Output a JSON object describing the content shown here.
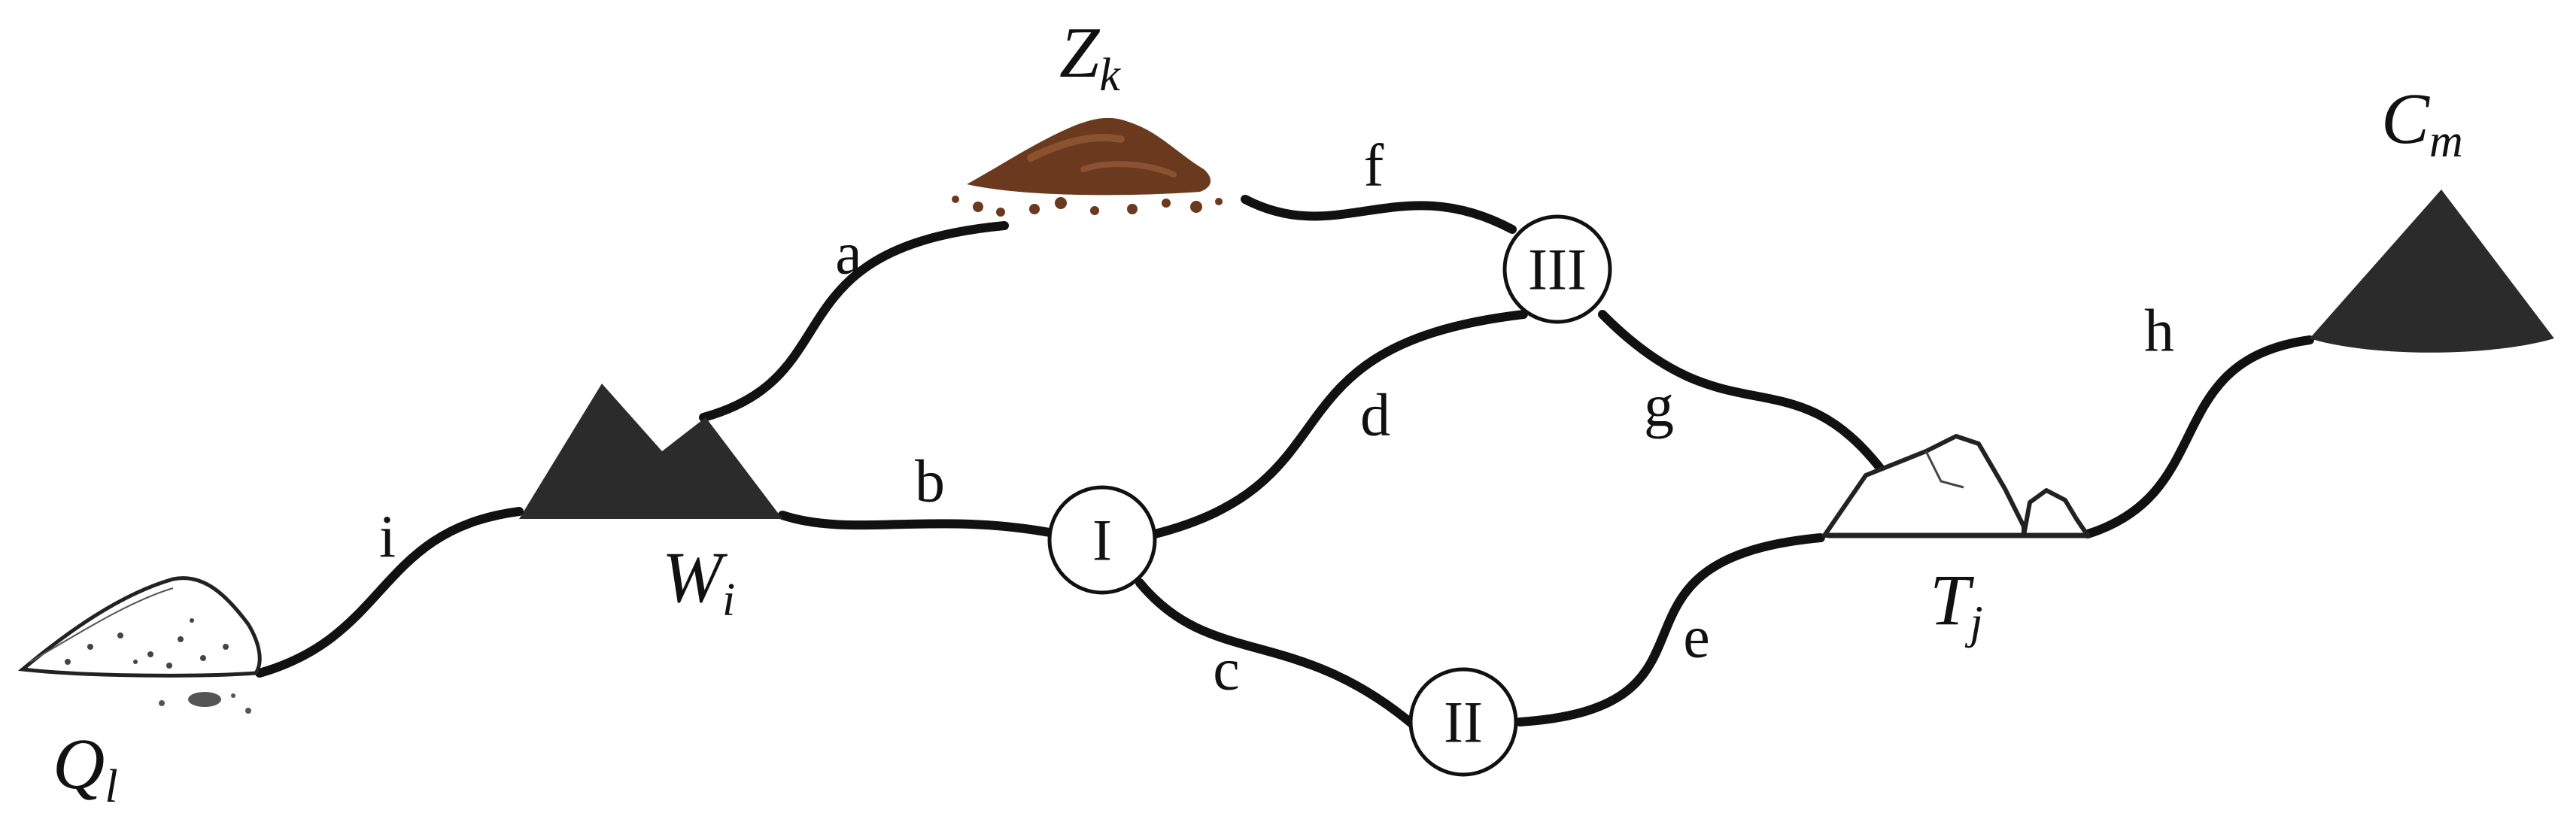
{
  "diagram": {
    "sites": {
      "Q": {
        "letter": "Q",
        "sub": "l",
        "icon": "sand-pile-outline-icon"
      },
      "W": {
        "letter": "W",
        "sub": "i",
        "icon": "double-mountain-dark-icon"
      },
      "Z": {
        "letter": "Z",
        "sub": "k",
        "icon": "soil-pile-brown-icon"
      },
      "T": {
        "letter": "T",
        "sub": "j",
        "icon": "rock-pile-outline-icon"
      },
      "C": {
        "letter": "C",
        "sub": "m",
        "icon": "cone-pile-dark-icon"
      }
    },
    "nodes": {
      "I": "I",
      "II": "II",
      "III": "III"
    },
    "edges": {
      "a": "a",
      "b": "b",
      "c": "c",
      "d": "d",
      "e": "e",
      "f": "f",
      "g": "g",
      "h": "h",
      "i": "i"
    },
    "colors": {
      "line": "#111111",
      "dark_pile": "#2b2b2b",
      "soil": "#6b3a1e",
      "soil_highlight": "#8a5230"
    }
  }
}
